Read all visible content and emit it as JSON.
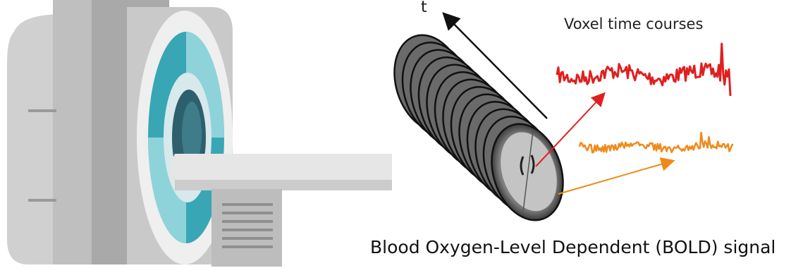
{
  "labels": {
    "time_axis": "t",
    "voxel_title": "Voxel time courses",
    "caption": "Blood Oxygen-Level Dependent (BOLD) signal"
  },
  "colors": {
    "red_trace": "#e0201f",
    "orange_trace": "#ee8a1a",
    "scanner_gray": "#b9b9b9",
    "scanner_teal": "#39a6b5",
    "bore_dark": "#2d5f6c"
  },
  "icons": [
    "mri-scanner-icon",
    "brain-slice-stack",
    "time-arrow"
  ]
}
